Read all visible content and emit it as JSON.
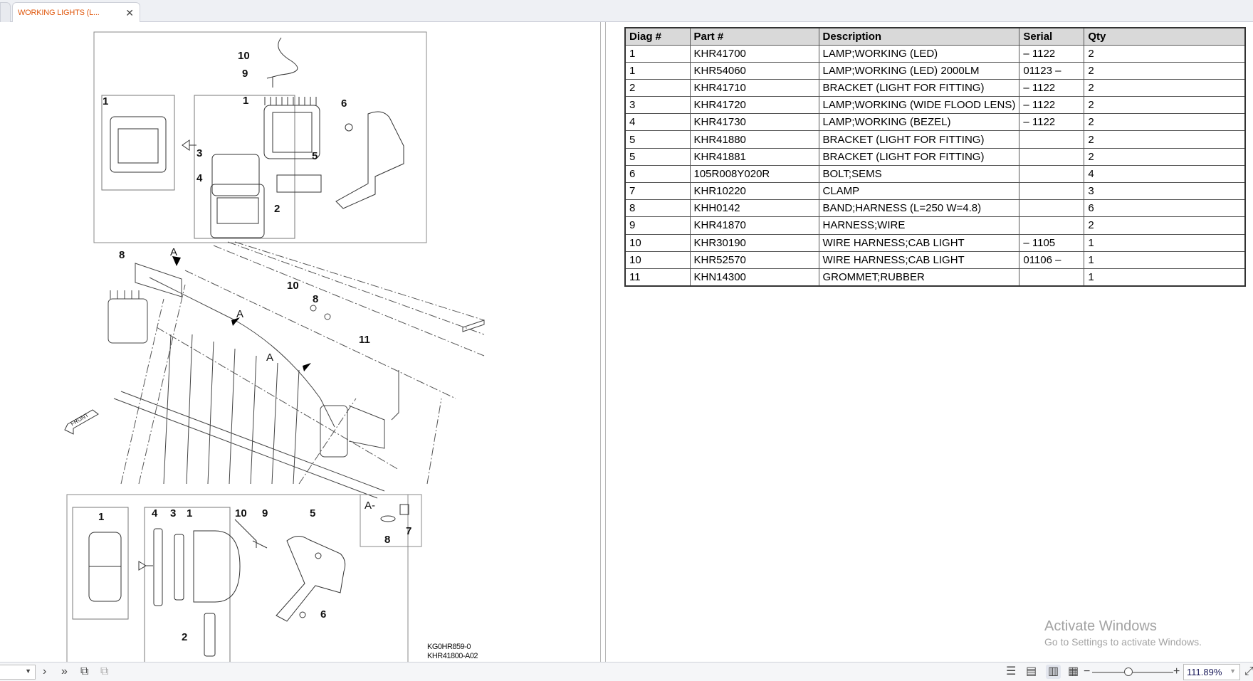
{
  "tab": {
    "title": "WORKING LIGHTS (L...",
    "close_icon": "close-icon"
  },
  "diagram": {
    "callouts_top": [
      "10",
      "9",
      "1",
      "1",
      "6",
      "3",
      "4",
      "5",
      "2"
    ],
    "callouts_mid": [
      "8",
      "A",
      "10",
      "8",
      "A",
      "A",
      "11",
      "FRONT"
    ],
    "callouts_bottom": [
      "1",
      "4",
      "3",
      "1",
      "10",
      "9",
      "5",
      "2",
      "6"
    ],
    "detail_a": {
      "title": "A-",
      "labels": [
        "7",
        "8"
      ]
    },
    "ref_codes": [
      "KG0HR859-0",
      "KHR41800-A02"
    ]
  },
  "table": {
    "headers": [
      "Diag #",
      "Part #",
      "Description",
      "Serial",
      "Qty"
    ],
    "rows": [
      [
        "1",
        "KHR41700",
        "LAMP;WORKING (LED)",
        "– 1122",
        "2"
      ],
      [
        "1",
        "KHR54060",
        "LAMP;WORKING (LED) 2000LM",
        "01123 –",
        "2"
      ],
      [
        "2",
        "KHR41710",
        "BRACKET (LIGHT FOR FITTING)",
        "– 1122",
        "2"
      ],
      [
        "3",
        "KHR41720",
        "LAMP;WORKING (WIDE FLOOD LENS)",
        "– 1122",
        "2"
      ],
      [
        "4",
        "KHR41730",
        "LAMP;WORKING (BEZEL)",
        "– 1122",
        "2"
      ],
      [
        "5",
        "KHR41880",
        "BRACKET (LIGHT FOR FITTING)",
        "",
        "2"
      ],
      [
        "5",
        "KHR41881",
        "BRACKET (LIGHT FOR FITTING)",
        "",
        "2"
      ],
      [
        "6",
        "105R008Y020R",
        "BOLT;SEMS",
        "",
        "4"
      ],
      [
        "7",
        "KHR10220",
        "CLAMP",
        "",
        "3"
      ],
      [
        "8",
        "KHH0142",
        "BAND;HARNESS (L=250 W=4.8)",
        "",
        "6"
      ],
      [
        "9",
        "KHR41870",
        "HARNESS;WIRE",
        "",
        "2"
      ],
      [
        "10",
        "KHR30190",
        "WIRE HARNESS;CAB LIGHT",
        "– 1105",
        "1"
      ],
      [
        "10",
        "KHR52570",
        "WIRE HARNESS;CAB LIGHT",
        "01106 –",
        "1"
      ],
      [
        "11",
        "KHN14300",
        "GROMMET;RUBBER",
        "",
        "1"
      ]
    ]
  },
  "watermark": {
    "line1": "Activate Windows",
    "line2": "Go to Settings to activate Windows."
  },
  "statusbar": {
    "zoom": "111.89%",
    "zoom_fraction": 0.45
  }
}
